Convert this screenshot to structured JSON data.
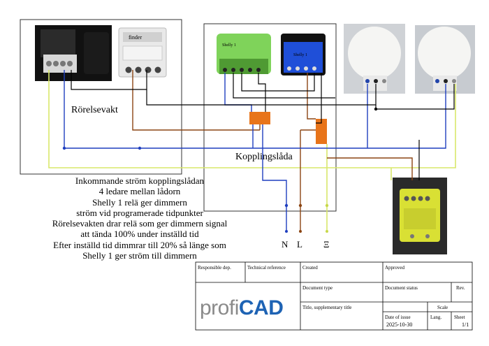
{
  "labels": {
    "motion_sensor": "Rörelsevakt",
    "junction_box": "Kopplingslåda",
    "terminal_n": "N",
    "terminal_l": "L",
    "terminal_pe": "Ξ"
  },
  "notes": [
    "Inkommande ström kopplingslådan",
    "4 ledare mellan lådorn",
    "Shelly 1 relä ger dimmern",
    "ström vid programerade tidpunkter",
    "Rörelsevakten drar relä som ger dimmern signal",
    "att tända 100% under inställd tid",
    "Efter inställd tid dimmrar till 20% så länge som",
    "Shelly 1 ger ström till dimmern"
  ],
  "device_text": {
    "finder": "finder",
    "shelly_green": "Shelly 1",
    "shelly_blue": "Shelly 1"
  },
  "title_block": {
    "logo_prefix": "profi",
    "logo_suffix": "CAD",
    "responsible_dep": "Responsible dep.",
    "technical_reference": "Technical reference",
    "created": "Created",
    "approved": "Approved",
    "document_type": "Document type",
    "document_status": "Document status",
    "rev": "Rev.",
    "title": "Title, supplementary title",
    "scale": "Scale",
    "date_of_issue": "Date of issue",
    "date_value": "2025-10-30",
    "lang": "Lang.",
    "sheet": "Sheet",
    "sheet_value": "1/1"
  },
  "colors": {
    "neutral": "#1f3fbf",
    "live": "#8b4513",
    "earth": "#d8e86a",
    "signal": "#000000",
    "shelly_green": "#7fd35a",
    "shelly_blue": "#1f4fd8",
    "terminal_block": "#e8741a"
  }
}
